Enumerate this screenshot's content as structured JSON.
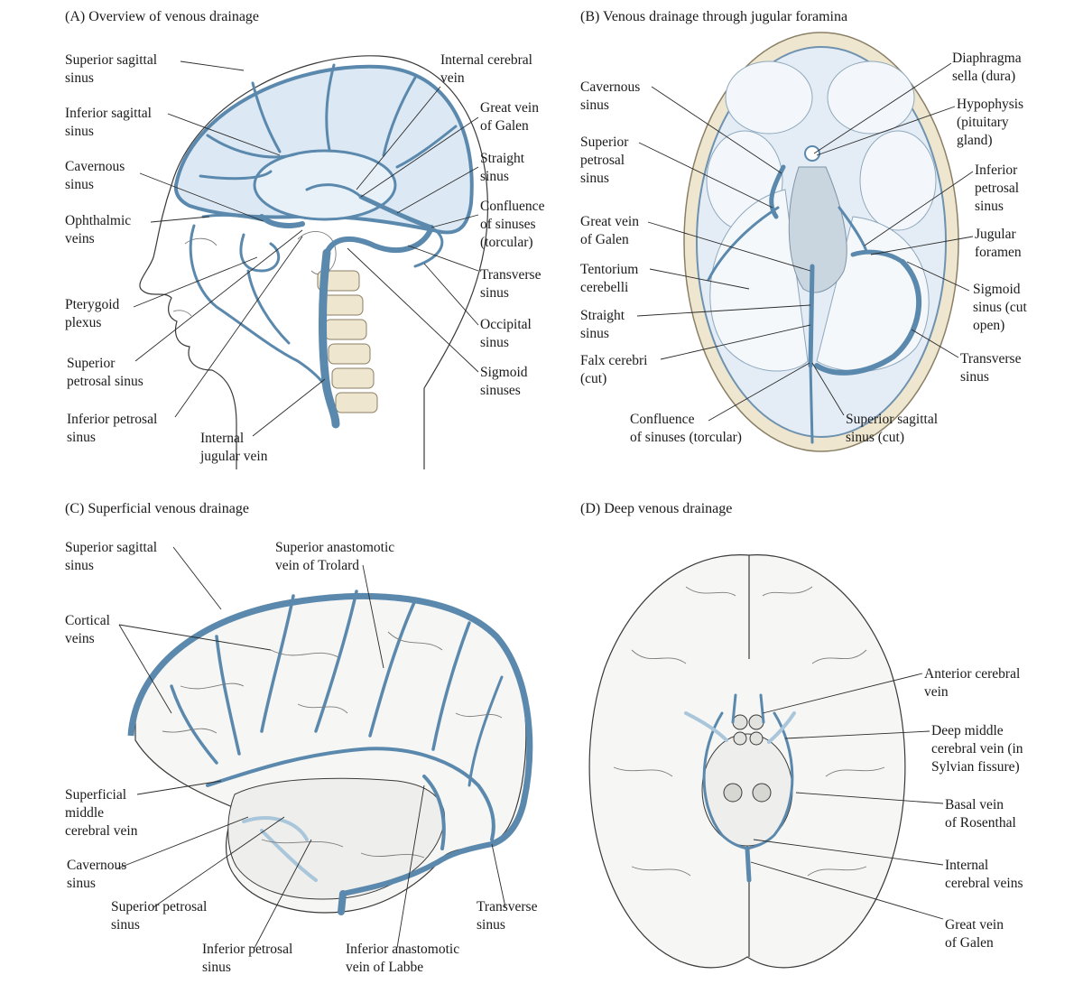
{
  "colors": {
    "vein": "#5b89ad",
    "vein_fill": "#dce9f4",
    "bone": "#efe6cf",
    "outline": "#3a3a3a"
  },
  "panels": {
    "a": {
      "title": "(A) Overview of venous drainage",
      "labels": {
        "superior_sagittal_sinus": "Superior sagittal\nsinus",
        "inferior_sagittal_sinus": "Inferior sagittal\nsinus",
        "cavernous_sinus": "Cavernous\nsinus",
        "ophthalmic_veins": "Ophthalmic\nveins",
        "pterygoid_plexus": "Pterygoid\nplexus",
        "superior_petrosal_sinus": "Superior\npetrosal sinus",
        "inferior_petrosal_sinus": "Inferior petrosal\nsinus",
        "internal_jugular_vein": "Internal\njugular vein",
        "internal_cerebral_vein": "Internal cerebral\nvein",
        "great_vein_of_galen": "Great vein\nof Galen",
        "straight_sinus": "Straight\nsinus",
        "confluence_of_sinuses": "Confluence\nof sinuses\n(torcular)",
        "transverse_sinus": "Transverse\nsinus",
        "occipital_sinus": "Occipital\nsinus",
        "sigmoid_sinuses": "Sigmoid\nsinuses"
      }
    },
    "b": {
      "title": "(B) Venous drainage through jugular foramina",
      "labels": {
        "cavernous_sinus": "Cavernous\nsinus",
        "superior_petrosal_sinus": "Superior\npetrosal\nsinus",
        "great_vein_of_galen": "Great vein\nof Galen",
        "tentorium_cerebelli": "Tentorium\ncerebelli",
        "straight_sinus": "Straight\nsinus",
        "falx_cerebri": "Falx cerebri\n(cut)",
        "confluence_of_sinuses": "Confluence\nof sinuses (torcular)",
        "superior_sagittal_sinus_cut": "Superior sagittal\nsinus (cut)",
        "diaphragma_sella": "Diaphragma\nsella (dura)",
        "hypophysis": "Hypophysis\n(pituitary\ngland)",
        "inferior_petrosal_sinus": "Inferior\npetrosal\nsinus",
        "jugular_foramen": "Jugular\nforamen",
        "sigmoid_sinus": "Sigmoid\nsinus (cut\nopen)",
        "transverse_sinus": "Transverse\nsinus"
      }
    },
    "c": {
      "title": "(C) Superficial venous drainage",
      "labels": {
        "superior_sagittal_sinus": "Superior sagittal\nsinus",
        "superior_anastomotic_vein": "Superior anastomotic\nvein of Trolard",
        "cortical_veins": "Cortical\nveins",
        "superficial_middle_cerebral_vein": "Superficial\nmiddle\ncerebral vein",
        "cavernous_sinus": "Cavernous\nsinus",
        "superior_petrosal_sinus": "Superior petrosal\nsinus",
        "inferior_petrosal_sinus": "Inferior petrosal\nsinus",
        "inferior_anastomotic_vein": "Inferior anastomotic\nvein of Labbe",
        "transverse_sinus": "Transverse\nsinus"
      }
    },
    "d": {
      "title": "(D) Deep venous drainage",
      "labels": {
        "anterior_cerebral_vein": "Anterior cerebral\nvein",
        "deep_middle_cerebral_vein": "Deep middle\ncerebral vein (in\nSylvian fissure)",
        "basal_vein_of_rosenthal": "Basal vein\nof Rosenthal",
        "internal_cerebral_veins": "Internal\ncerebral veins",
        "great_vein_of_galen": "Great vein\nof Galen"
      }
    }
  }
}
